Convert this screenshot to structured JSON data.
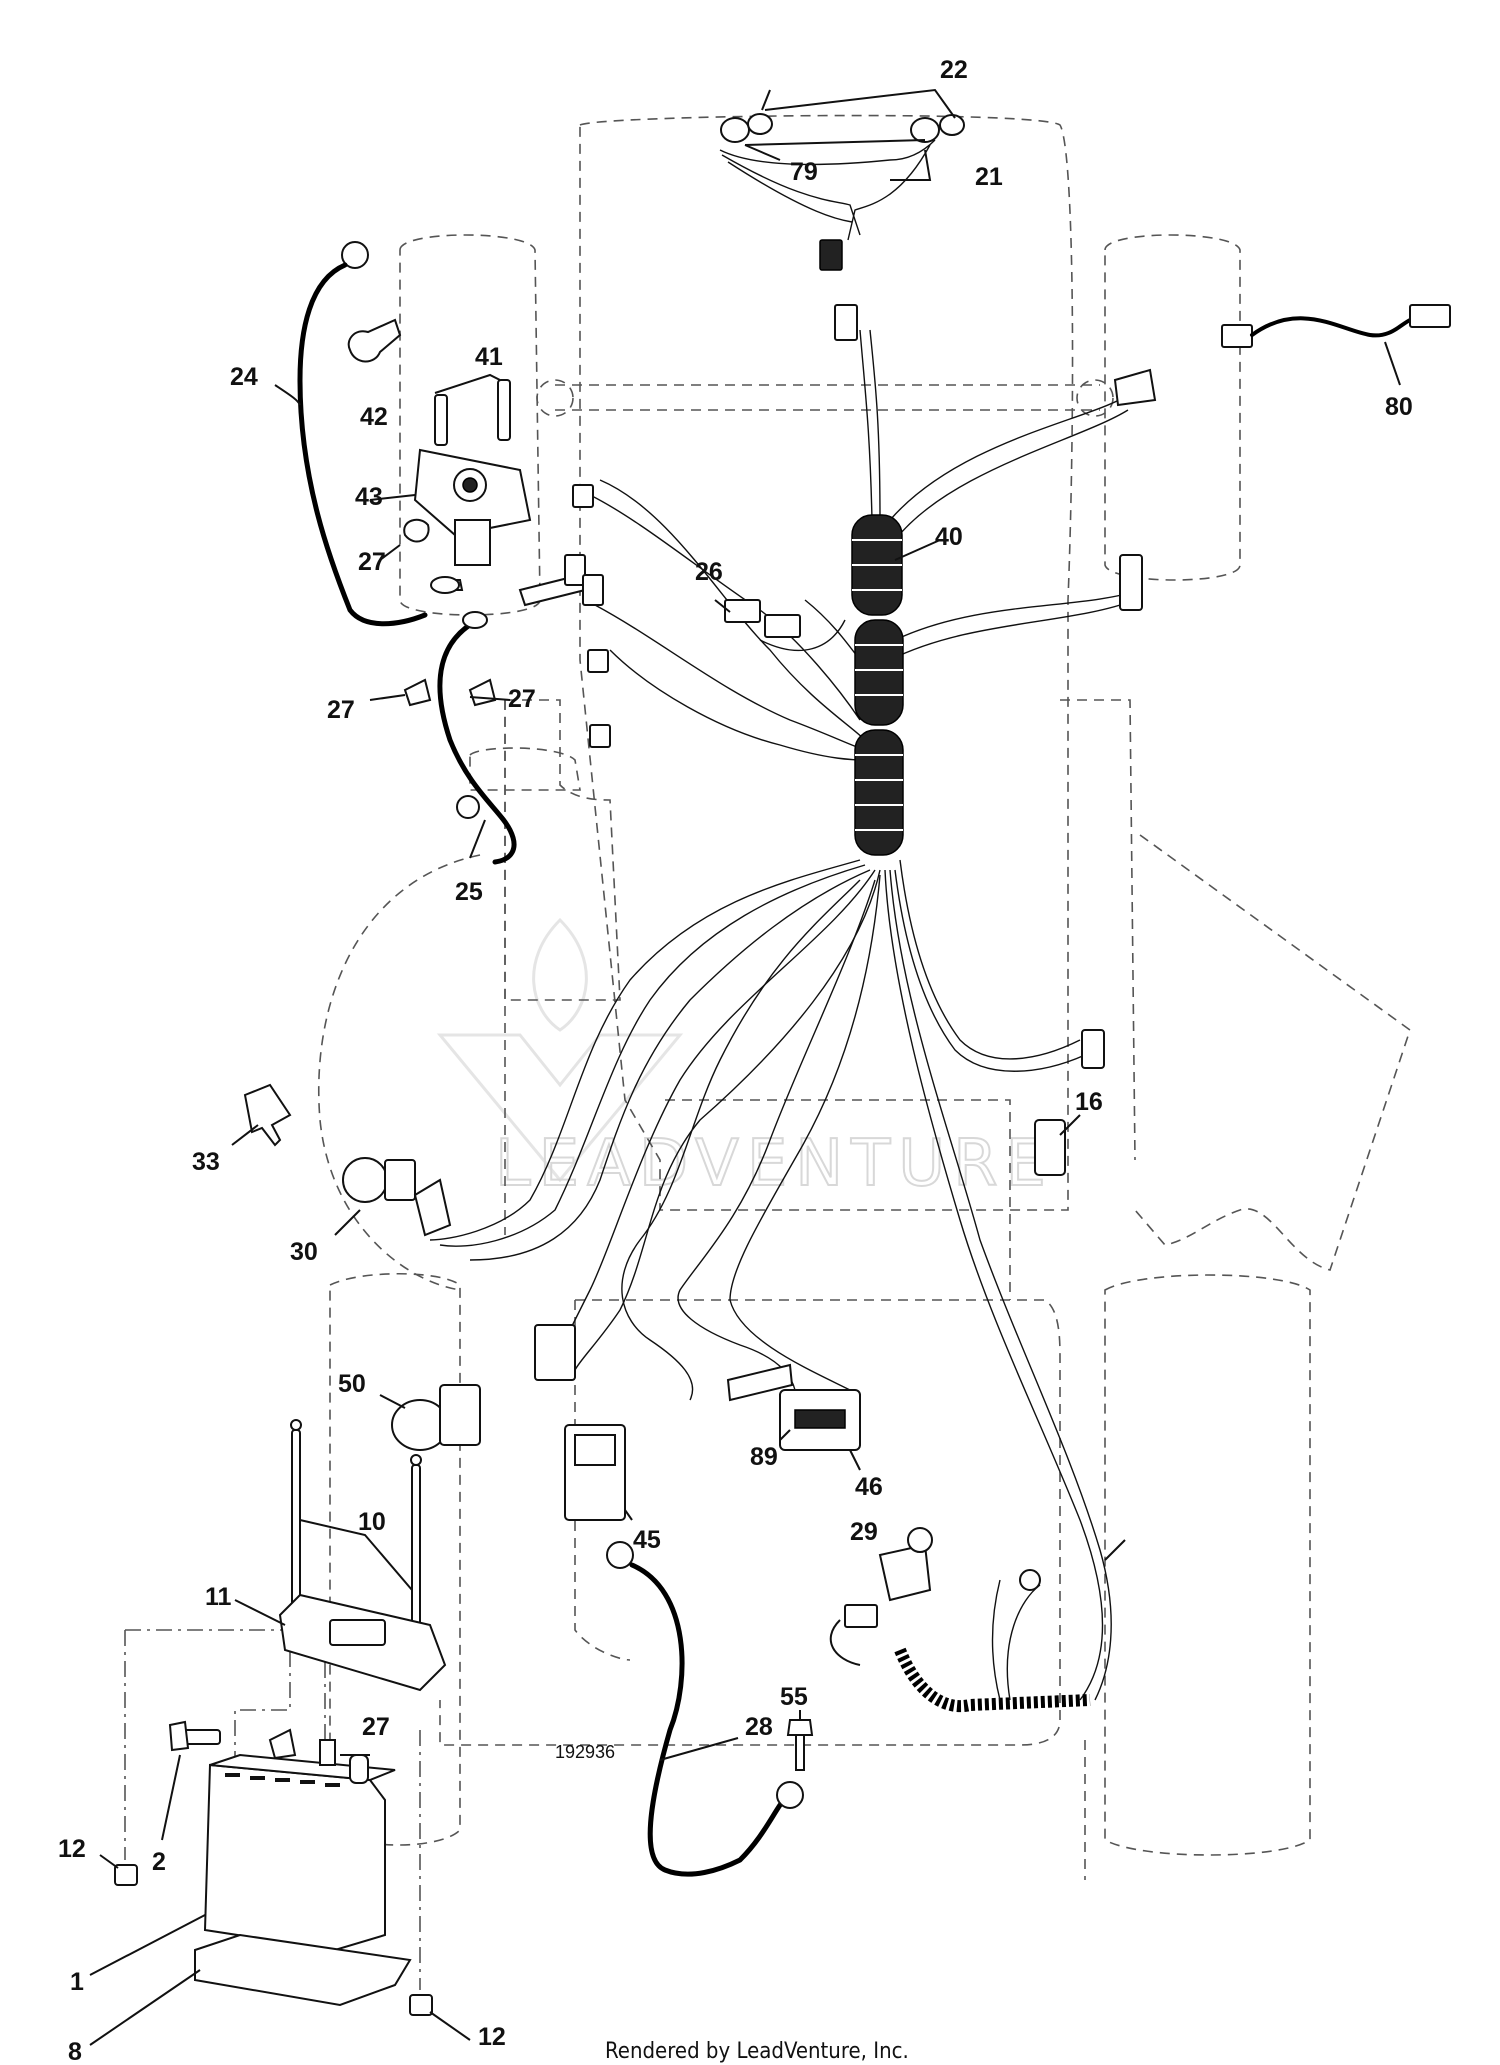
{
  "diagram_number": "192936",
  "footer": "Rendered by LeadVenture, Inc.",
  "watermark": "LEADVENTURE",
  "callouts": [
    {
      "id": "c22",
      "label": "22"
    },
    {
      "id": "c79",
      "label": "79"
    },
    {
      "id": "c21",
      "label": "21"
    },
    {
      "id": "c24",
      "label": "24"
    },
    {
      "id": "c41",
      "label": "41"
    },
    {
      "id": "c42",
      "label": "42"
    },
    {
      "id": "c43",
      "label": "43"
    },
    {
      "id": "c27a",
      "label": "27"
    },
    {
      "id": "c27b",
      "label": "27"
    },
    {
      "id": "c27c",
      "label": "27"
    },
    {
      "id": "c27d",
      "label": "27"
    },
    {
      "id": "c40",
      "label": "40"
    },
    {
      "id": "c26",
      "label": "26"
    },
    {
      "id": "c80",
      "label": "80"
    },
    {
      "id": "c25",
      "label": "25"
    },
    {
      "id": "c33",
      "label": "33"
    },
    {
      "id": "c30",
      "label": "30"
    },
    {
      "id": "c16",
      "label": "16"
    },
    {
      "id": "c50",
      "label": "50"
    },
    {
      "id": "c10",
      "label": "10"
    },
    {
      "id": "c11",
      "label": "11"
    },
    {
      "id": "c89",
      "label": "89"
    },
    {
      "id": "c46",
      "label": "46"
    },
    {
      "id": "c45",
      "label": "45"
    },
    {
      "id": "c29",
      "label": "29"
    },
    {
      "id": "c55",
      "label": "55"
    },
    {
      "id": "c28",
      "label": "28"
    },
    {
      "id": "c12a",
      "label": "12"
    },
    {
      "id": "c12b",
      "label": "12"
    },
    {
      "id": "c2",
      "label": "2"
    },
    {
      "id": "c1",
      "label": "1"
    },
    {
      "id": "c8",
      "label": "8"
    }
  ]
}
